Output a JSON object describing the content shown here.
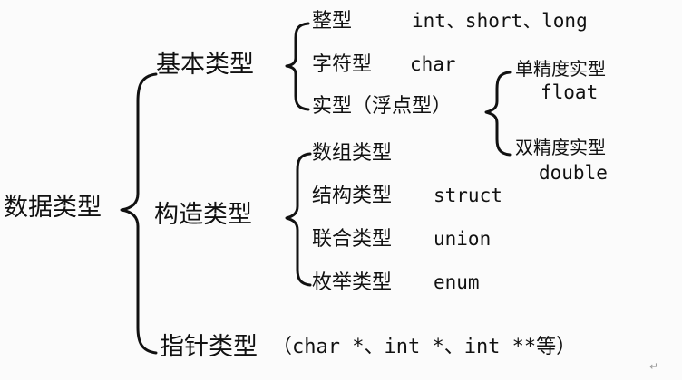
{
  "root": "数据类型",
  "categories": [
    {
      "label": "基本类型",
      "items": [
        {
          "label": "整型",
          "examples": "int、short、long"
        },
        {
          "label": "字符型",
          "examples": "char"
        },
        {
          "label": "实型（浮点型）",
          "subitems": [
            {
              "label": "单精度实型",
              "keyword": "float"
            },
            {
              "label": "双精度实型",
              "keyword": "double"
            }
          ]
        }
      ]
    },
    {
      "label": "构造类型",
      "items": [
        {
          "label": "数组类型",
          "examples": ""
        },
        {
          "label": "结构类型",
          "examples": "struct"
        },
        {
          "label": "联合类型",
          "examples": "union"
        },
        {
          "label": "枚举类型",
          "examples": "enum"
        }
      ]
    },
    {
      "label": "指针类型",
      "examples": "（char *、int *、int **等）"
    }
  ],
  "paragraph_mark": "↵"
}
